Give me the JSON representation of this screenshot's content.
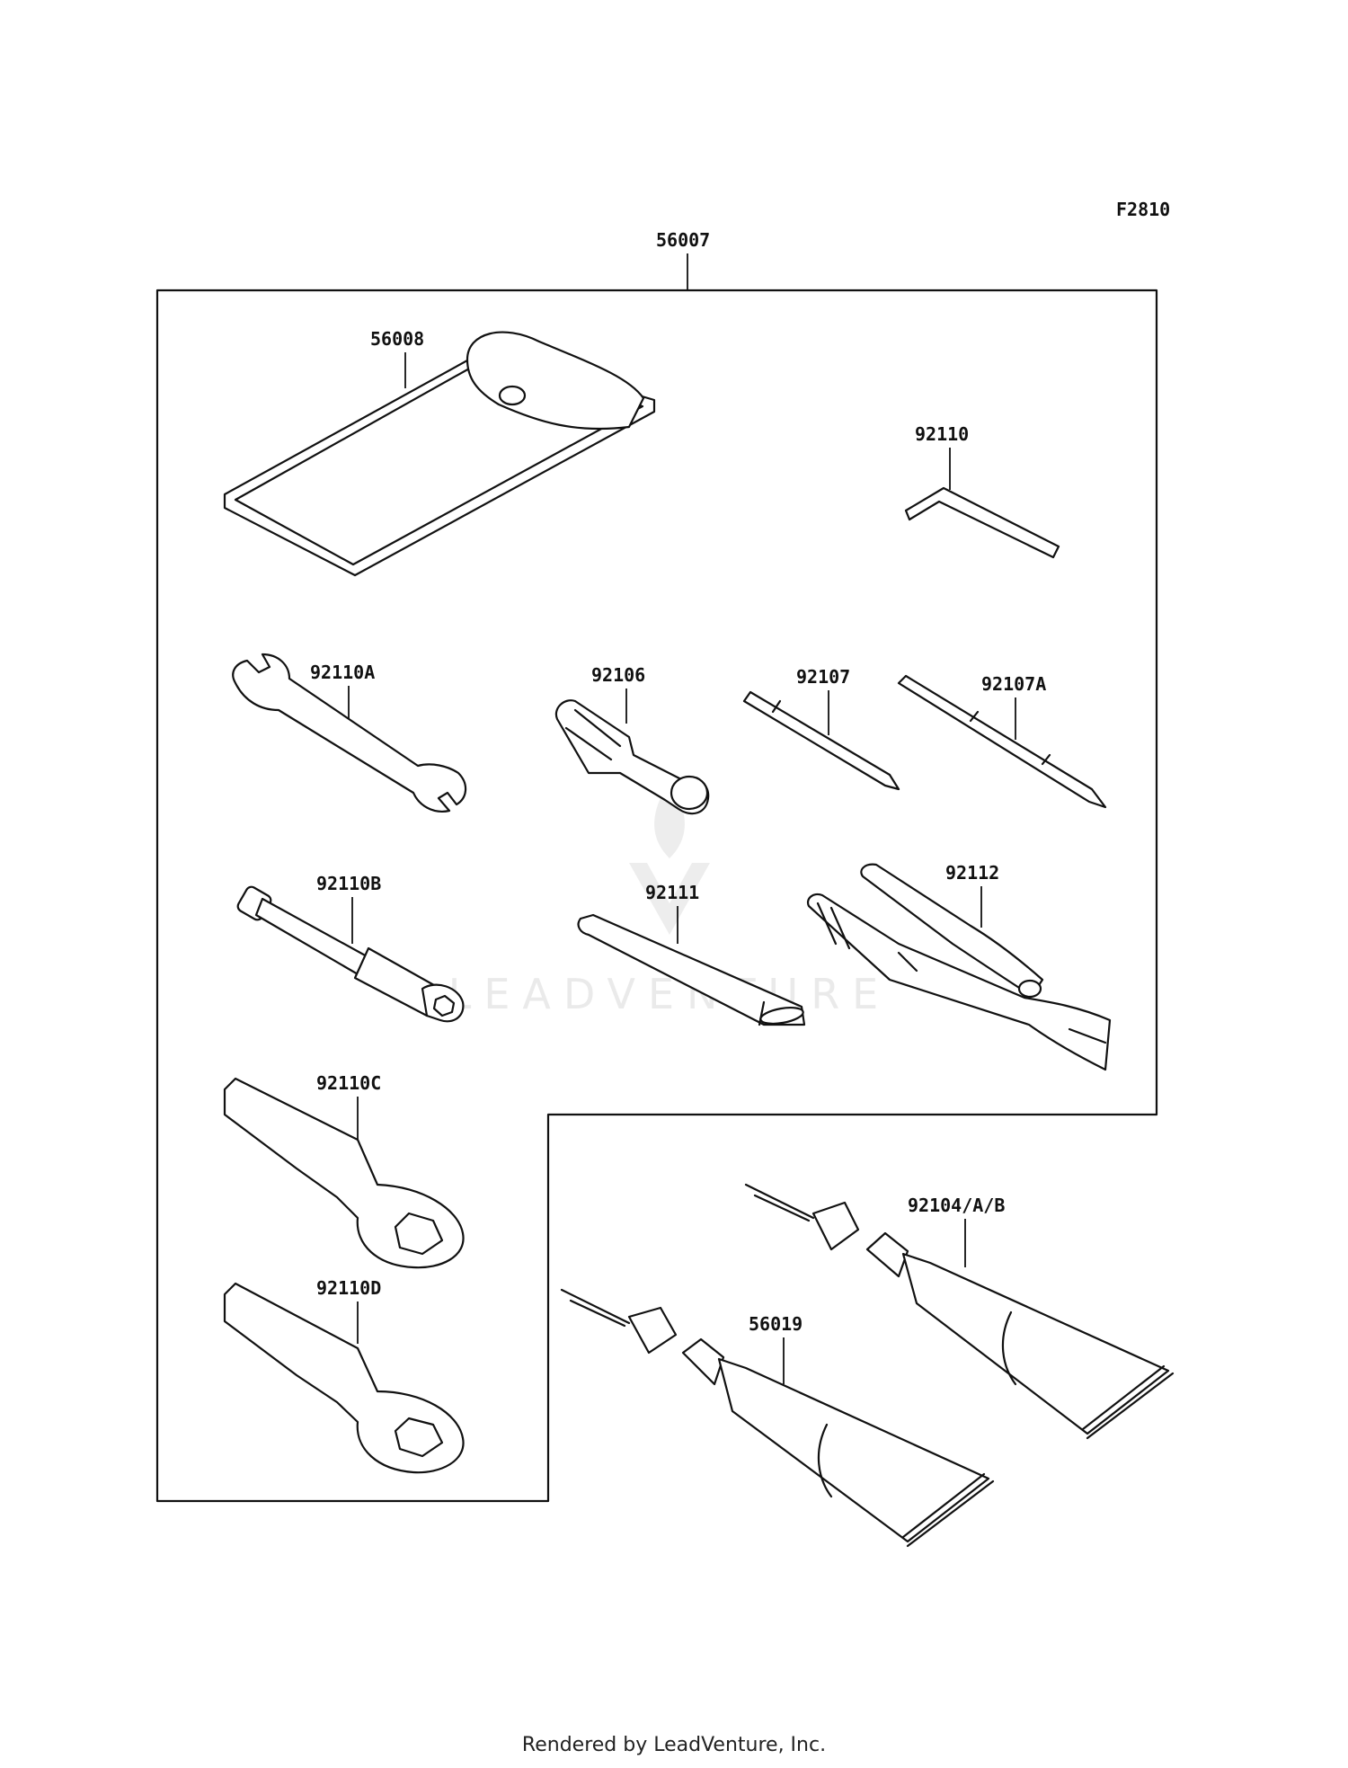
{
  "diagram": {
    "figure_code": "F2810",
    "assembly_number": "56007",
    "parts": [
      {
        "id": "56008"
      },
      {
        "id": "92110"
      },
      {
        "id": "92110A"
      },
      {
        "id": "92106"
      },
      {
        "id": "92107"
      },
      {
        "id": "92107A"
      },
      {
        "id": "92110B"
      },
      {
        "id": "92111"
      },
      {
        "id": "92112"
      },
      {
        "id": "92110C"
      },
      {
        "id": "92110D"
      },
      {
        "id": "92104/A/B"
      },
      {
        "id": "56019"
      }
    ]
  },
  "watermark": "LEADVENTURE",
  "footer": "Rendered by LeadVenture, Inc."
}
